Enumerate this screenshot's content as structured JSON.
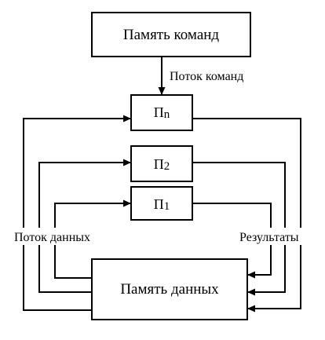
{
  "diagram": {
    "instruction_memory": "Память команд",
    "instruction_stream": "Поток команд",
    "processors": [
      {
        "name": "П",
        "index": "n"
      },
      {
        "name": "П",
        "index": "2"
      },
      {
        "name": "П",
        "index": "1"
      }
    ],
    "data_memory": "Память данных",
    "data_stream": "Поток данных",
    "results": "Результаты"
  }
}
